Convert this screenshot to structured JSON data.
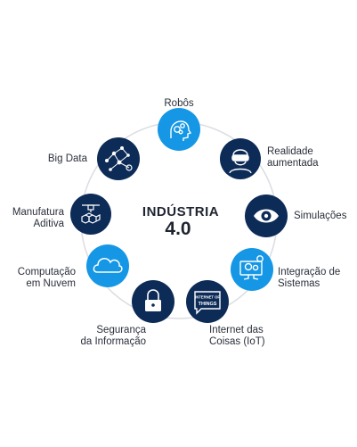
{
  "center": {
    "line1": "INDÚSTRIA",
    "line2": "4.0"
  },
  "colors": {
    "light": "#1597e5",
    "dark": "#0d2b57",
    "ring": "#dcdee3",
    "text": "#2a2f3a"
  },
  "nodes": [
    {
      "id": "robos",
      "label_lines": [
        "Robôs"
      ],
      "color": "light",
      "icon": "robot-head-gears-icon"
    },
    {
      "id": "realidade",
      "label_lines": [
        "Realidade",
        "aumentada"
      ],
      "color": "dark",
      "icon": "vr-headset-person-icon"
    },
    {
      "id": "simulacoes",
      "label_lines": [
        "Simulações"
      ],
      "color": "dark",
      "icon": "eye-icon"
    },
    {
      "id": "integracao",
      "label_lines": [
        "Integração de",
        "Sistemas"
      ],
      "color": "light",
      "icon": "monitor-gears-icon"
    },
    {
      "id": "iot",
      "label_lines": [
        "Internet das",
        "Coisas (IoT)"
      ],
      "color": "dark",
      "icon": "iot-speech-bubble-icon",
      "icon_text": [
        "INTERNET OF",
        "THINGS"
      ]
    },
    {
      "id": "seguranca",
      "label_lines": [
        "Segurança",
        "da Informação"
      ],
      "color": "dark",
      "icon": "padlock-icon"
    },
    {
      "id": "computacao",
      "label_lines": [
        "Computação",
        "em Nuvem"
      ],
      "color": "light",
      "icon": "cloud-icon"
    },
    {
      "id": "manufatura",
      "label_lines": [
        "Manufatura",
        "Aditiva"
      ],
      "color": "dark",
      "icon": "3d-printer-cubes-icon"
    },
    {
      "id": "bigdata",
      "label_lines": [
        "Big Data"
      ],
      "color": "dark",
      "icon": "network-nodes-icon"
    }
  ]
}
